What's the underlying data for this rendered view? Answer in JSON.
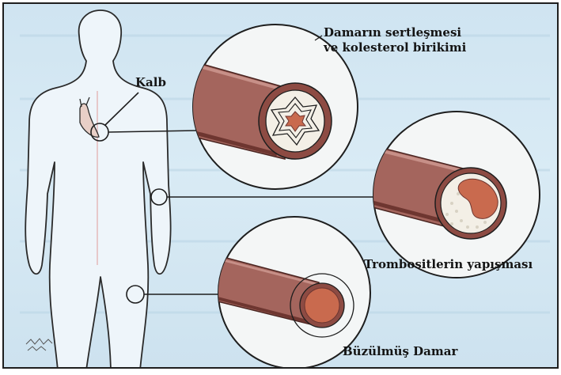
{
  "labels": {
    "heart": "Kalb",
    "hardening_line1": "Damarın sertleşmesi",
    "hardening_line2": "ve kolesterol birikimi",
    "platelets": "Trombositlerin yapışması",
    "constricted": "Büzülmüş Damar"
  },
  "colors": {
    "background": "#d4e7f3",
    "vessel_wall": "#a4655d",
    "vessel_dark": "#6e3630",
    "lumen": "#c96a4e",
    "plaque": "#f3efe6",
    "outline": "#1e1e1e"
  }
}
